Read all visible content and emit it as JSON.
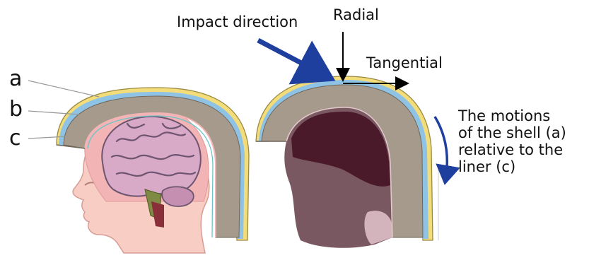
{
  "labels": {
    "a": "a",
    "b": "b",
    "c": "c",
    "impact_direction": "Impact direction",
    "radial": "Radial",
    "tangential": "Tangential"
  },
  "annotation": {
    "lines": [
      "The motions",
      "of the shell (a)",
      "relative to the",
      "liner (c)"
    ]
  },
  "colors": {
    "shell": "#f3dc7a",
    "shell_outline": "#9a8a40",
    "blue_layer": "#8fc3e6",
    "liner": "#a59a8c",
    "skin": "#f8cdc3",
    "brain": "#d9a9c8",
    "brain_dark": "#6d5570",
    "helmet_interior": "#7a5862",
    "helmet_interior_dark": "#4a1a2a",
    "arrow_blue": "#1f3f9f",
    "arrow_black": "#000000"
  }
}
